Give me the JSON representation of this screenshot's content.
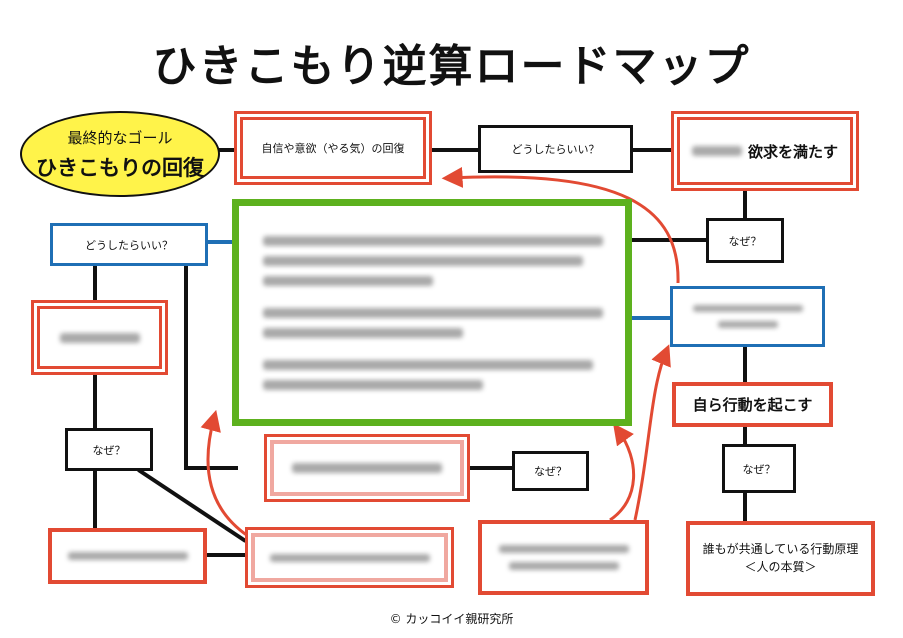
{
  "title": "ひきこもり逆算ロードマップ",
  "goal": {
    "label": "最終的なゴール",
    "name": "ひきこもりの回復"
  },
  "nodes": {
    "recover_motivation": "自信や意欲（やる気）の回復",
    "q_how_top": "どうしたらいい？",
    "satisfy_desire": "欲求を満たす",
    "q_why_right": "なぜ？",
    "take_action": "自ら行動を起こす",
    "q_why_bottom_right": "なぜ？",
    "human_nature": "誰もが共通している行動原理\n＜人の本質＞",
    "q_how_left": "どうしたらいい？",
    "q_why_left": "なぜ？",
    "q_why_mid": "なぜ？"
  },
  "copyright": "© カッコイイ親研究所",
  "colors": {
    "red": "#e24a33",
    "blue": "#1f6fb5",
    "green": "#5db11e",
    "yellow": "#fff34a"
  }
}
